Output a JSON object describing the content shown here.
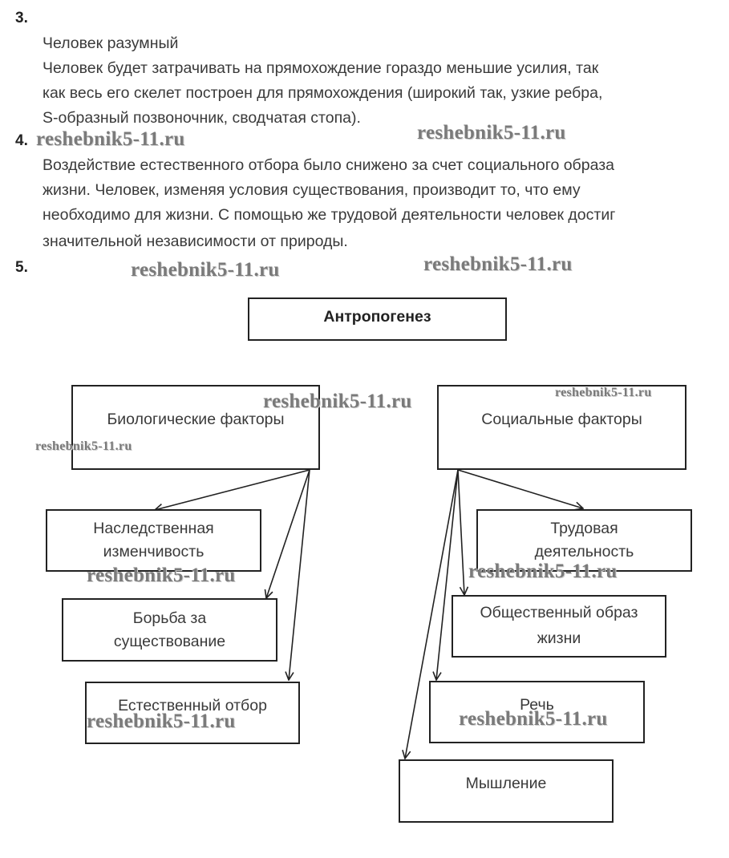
{
  "items": [
    {
      "number": "3.",
      "lines": [
        "Человек разумный",
        "Человек будет затрачивать на прямохождение гораздо меньшие усилия, так",
        "как весь его скелет построен  для прямохождения (широкий так, узкие ребра,",
        "S-образный позвоночник, сводчатая стопа)."
      ]
    },
    {
      "number": "4.",
      "lines": [
        "Воздействие естественного отбора было снижено за счет социального образа",
        "жизни. Человек, изменяя условия существования, производит то, что ему",
        "необходимо для жизни. С помощью же трудовой деятельности человек достиг",
        "значительной независимости от природы."
      ]
    },
    {
      "number": "5.",
      "lines": []
    }
  ],
  "diagram": {
    "root": "Антропогенез",
    "biological": {
      "label": "Биологические факторы",
      "children": [
        [
          "Наследственная",
          "изменчивость"
        ],
        [
          "Борьба за",
          "существование"
        ],
        [
          "Естественный отбор"
        ]
      ]
    },
    "social": {
      "label": "Социальные факторы",
      "children": [
        [
          "Трудовая",
          "деятельность"
        ],
        [
          "Общественный образ",
          "жизни"
        ],
        [
          "Речь"
        ],
        [
          "Мышление"
        ]
      ]
    }
  },
  "watermark": "reshebnik5-11.ru"
}
